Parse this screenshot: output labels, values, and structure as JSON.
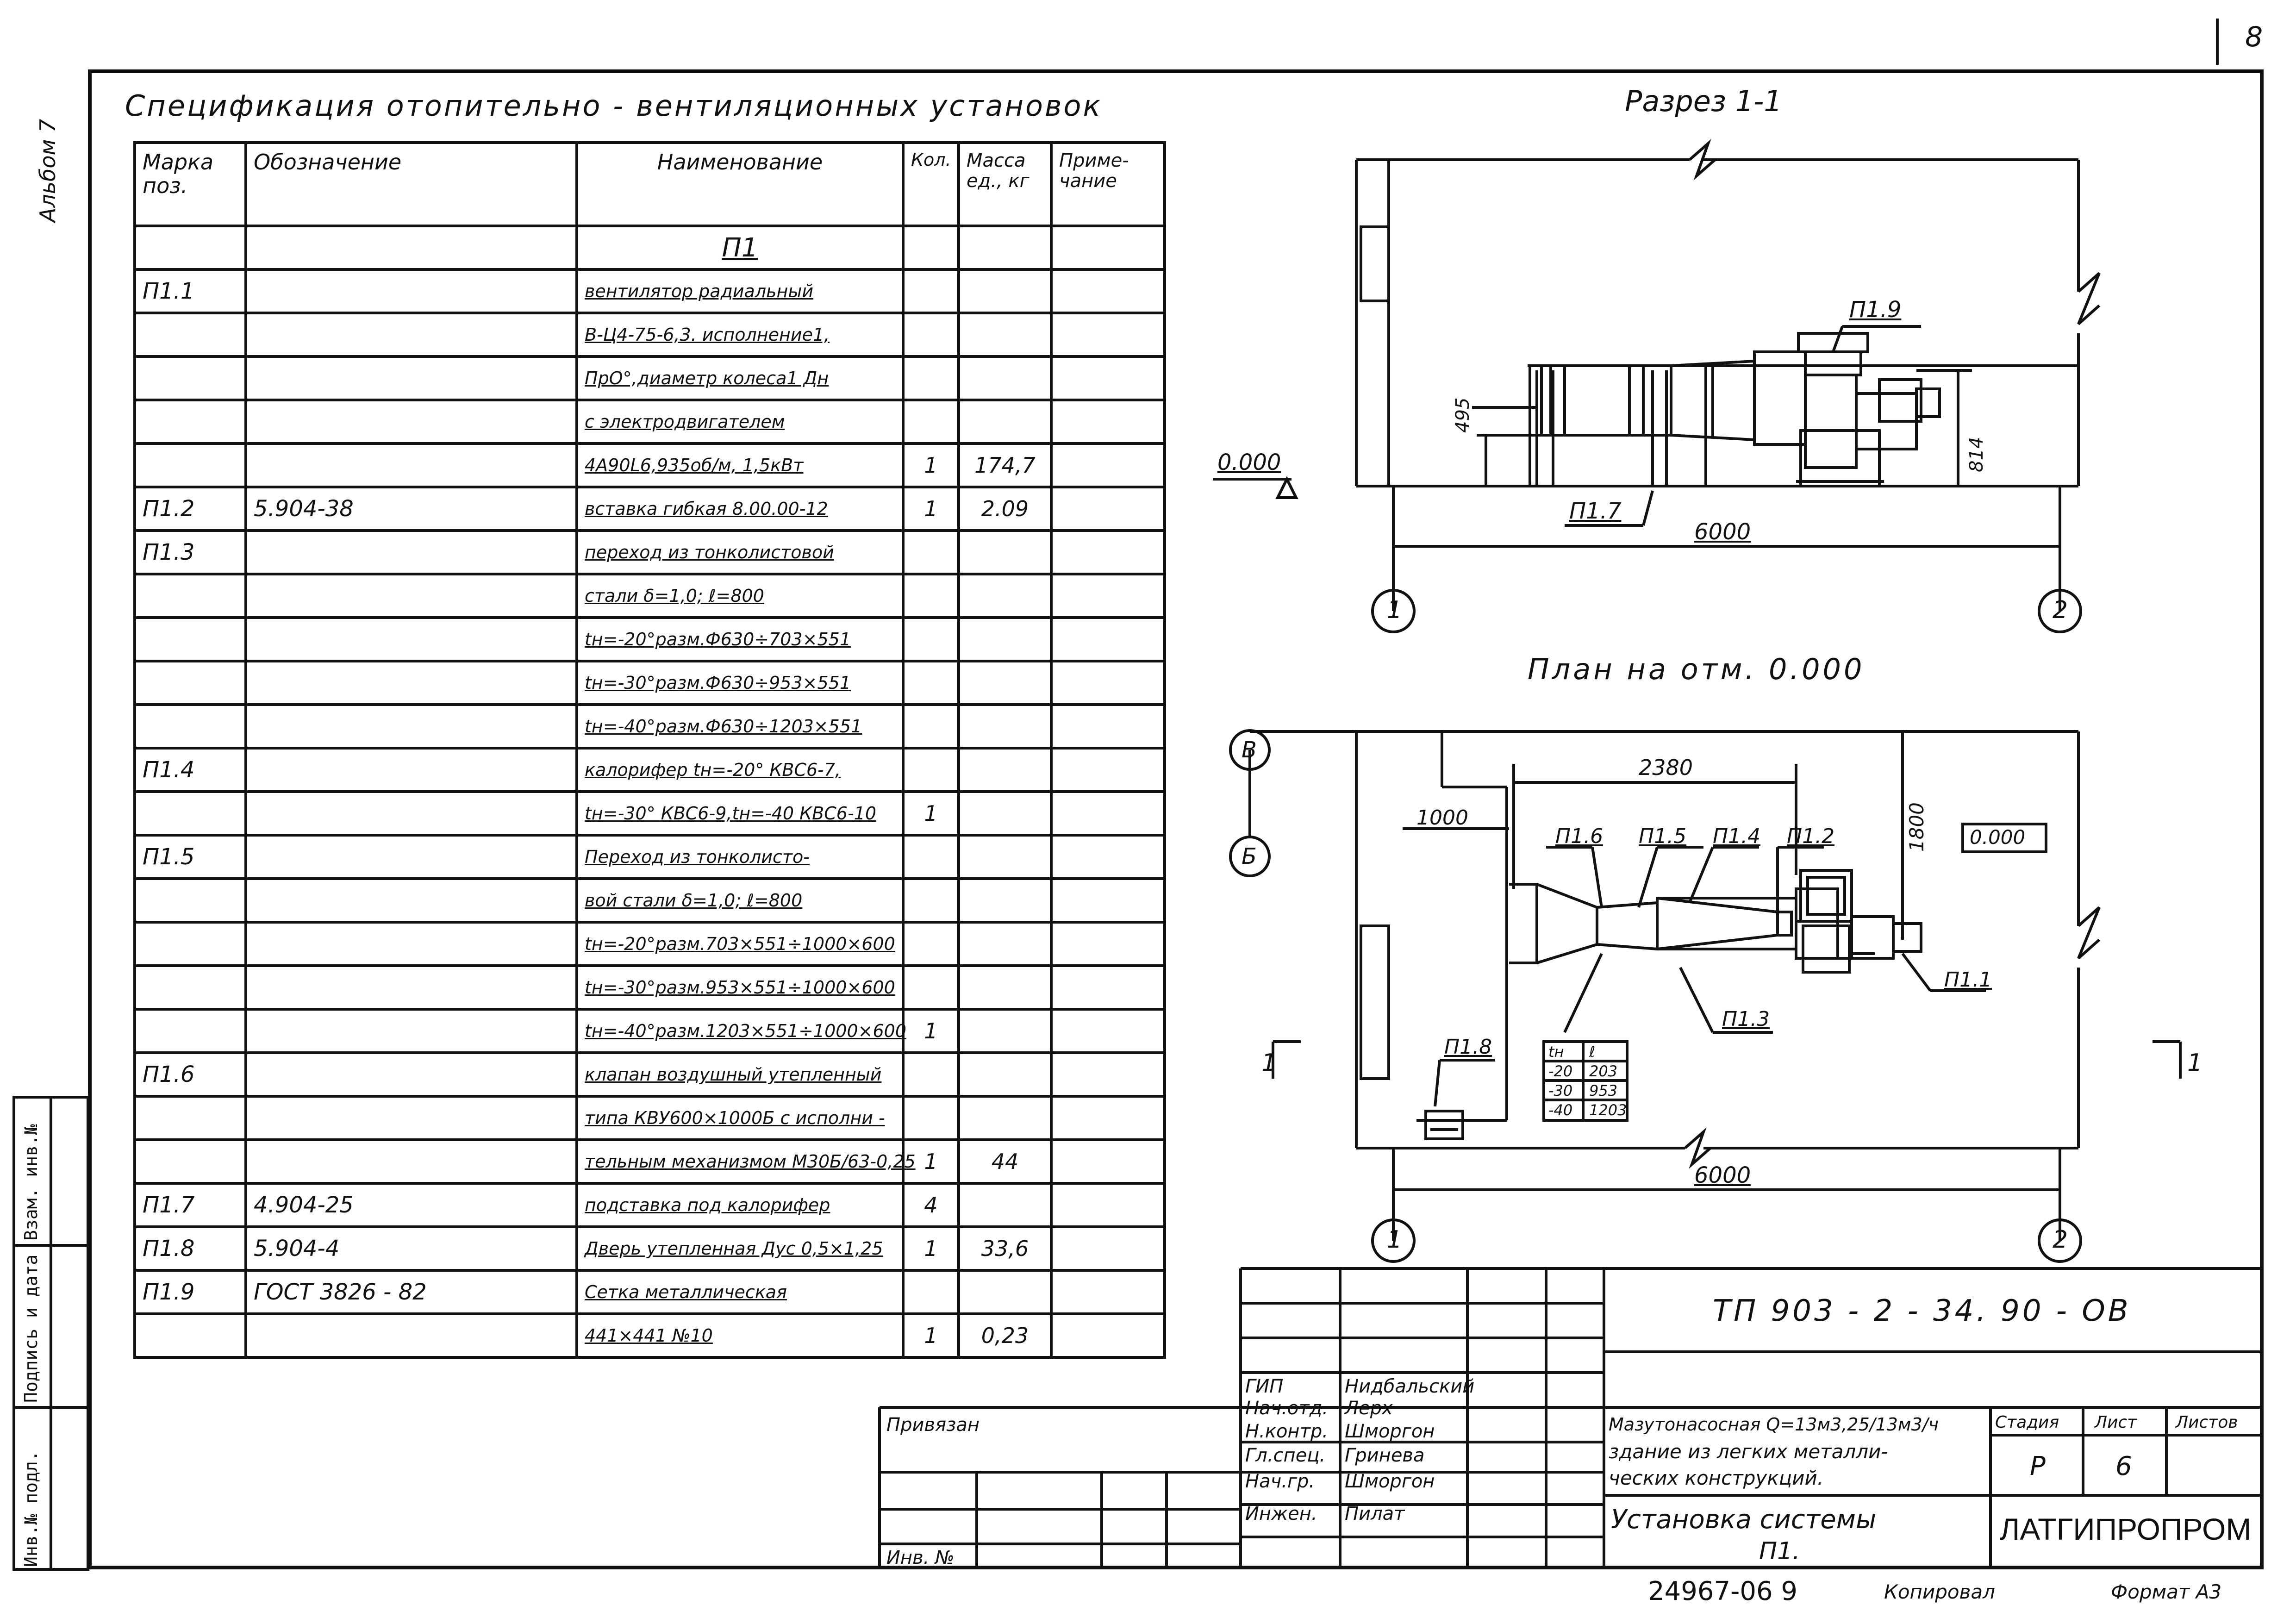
{
  "page": {
    "number": "8",
    "album": "Альбом 7"
  },
  "specification": {
    "title": "Спецификация отопительно - вентиляционных установок",
    "headers": {
      "mark": "Марка поз.",
      "designation": "Обозначение",
      "name": "Наименование",
      "qty": "Кол.",
      "mass": "Масса ед., кг",
      "note": "Приме- чание"
    },
    "rows": [
      {
        "mark": "",
        "designation": "",
        "name": "П1",
        "qty": "",
        "mass": "",
        "note": ""
      },
      {
        "mark": "П1.1",
        "designation": "",
        "name": "вентилятор радиальный",
        "qty": "",
        "mass": "",
        "note": ""
      },
      {
        "mark": "",
        "designation": "",
        "name": "В-Ц4-75-6,3. исполнение1,",
        "qty": "",
        "mass": "",
        "note": ""
      },
      {
        "mark": "",
        "designation": "",
        "name": "ПрО°,диаметр колеса1 Дн",
        "qty": "",
        "mass": "",
        "note": ""
      },
      {
        "mark": "",
        "designation": "",
        "name": "с электродвигателем",
        "qty": "",
        "mass": "",
        "note": ""
      },
      {
        "mark": "",
        "designation": "",
        "name": "4А90L6,935об/м, 1,5кВт",
        "qty": "1",
        "mass": "174,7",
        "note": ""
      },
      {
        "mark": "П1.2",
        "designation": "5.904-38",
        "name": "вставка гибкая 8.00.00-12",
        "qty": "1",
        "mass": "2.09",
        "note": ""
      },
      {
        "mark": "П1.3",
        "designation": "",
        "name": "переход из тонколистовой",
        "qty": "",
        "mass": "",
        "note": ""
      },
      {
        "mark": "",
        "designation": "",
        "name": "стали δ=1,0; ℓ=800",
        "qty": "",
        "mass": "",
        "note": ""
      },
      {
        "mark": "",
        "designation": "",
        "name": "tн=-20°разм.Ф630÷703×551",
        "qty": "",
        "mass": "",
        "note": ""
      },
      {
        "mark": "",
        "designation": "",
        "name": "tн=-30°разм.Ф630÷953×551",
        "qty": "",
        "mass": "",
        "note": ""
      },
      {
        "mark": "",
        "designation": "",
        "name": "tн=-40°разм.Ф630÷1203×551",
        "qty": "",
        "mass": "",
        "note": ""
      },
      {
        "mark": "П1.4",
        "designation": "",
        "name": "калорифер tн=-20° КВС6-7,",
        "qty": "",
        "mass": "",
        "note": ""
      },
      {
        "mark": "",
        "designation": "",
        "name": "tн=-30° КВС6-9,tн=-40 КВС6-10",
        "qty": "1",
        "mass": "",
        "note": ""
      },
      {
        "mark": "П1.5",
        "designation": "",
        "name": "Переход из тонколисто-",
        "qty": "",
        "mass": "",
        "note": ""
      },
      {
        "mark": "",
        "designation": "",
        "name": "вой стали δ=1,0; ℓ=800",
        "qty": "",
        "mass": "",
        "note": ""
      },
      {
        "mark": "",
        "designation": "",
        "name": "tн=-20°разм.703×551÷1000×600",
        "qty": "",
        "mass": "",
        "note": ""
      },
      {
        "mark": "",
        "designation": "",
        "name": "tн=-30°разм.953×551÷1000×600",
        "qty": "",
        "mass": "",
        "note": ""
      },
      {
        "mark": "",
        "designation": "",
        "name": "tн=-40°разм.1203×551÷1000×600",
        "qty": "1",
        "mass": "",
        "note": ""
      },
      {
        "mark": "П1.6",
        "designation": "",
        "name": "клапан воздушный утепленный",
        "qty": "",
        "mass": "",
        "note": ""
      },
      {
        "mark": "",
        "designation": "",
        "name": "типа КВУ600×1000Б с исполни -",
        "qty": "",
        "mass": "",
        "note": ""
      },
      {
        "mark": "",
        "designation": "",
        "name": "тельным механизмом М30Б/63-0,25",
        "qty": "1",
        "mass": "44",
        "note": ""
      },
      {
        "mark": "П1.7",
        "designation": "4.904-25",
        "name": "подставка под калорифер",
        "qty": "4",
        "mass": "",
        "note": ""
      },
      {
        "mark": "П1.8",
        "designation": "5.904-4",
        "name": "Дверь утепленная Дус 0,5×1,25",
        "qty": "1",
        "mass": "33,6",
        "note": ""
      },
      {
        "mark": "П1.9",
        "designation": "ГОСТ 3826 - 82",
        "name": "Сетка металлическая",
        "qty": "",
        "mass": "",
        "note": ""
      },
      {
        "mark": "",
        "designation": "",
        "name": "441×441 №10",
        "qty": "1",
        "mass": "0,23",
        "note": ""
      }
    ]
  },
  "section": {
    "title": "Разрез 1-1",
    "elev": "0.000",
    "dim_495": "495",
    "dim_814": "814",
    "dim_6000": "6000",
    "label_p19": "П1.9",
    "label_p17": "П1.7",
    "axis_1": "1",
    "axis_2": "2"
  },
  "plan": {
    "title": "План на отм. 0.000",
    "elev_box": "0.000",
    "dim_2380": "2380",
    "dim_1800": "1800",
    "dim_1000": "1000",
    "dim_6000": "6000",
    "axis_b_top": "В",
    "axis_b_bottom": "Б",
    "axis_1": "1",
    "axis_2": "2",
    "labels": {
      "p16": "П1.6",
      "p15": "П1.5",
      "p14": "П1.4",
      "p12": "П1.2",
      "p11": "П1.1",
      "p13": "П1.3",
      "p18": "П1.8"
    },
    "cut_mark": "1",
    "temp_table": {
      "head": [
        "tн",
        "ℓ"
      ],
      "rows": [
        [
          "-20",
          "203"
        ],
        [
          "-30",
          "953"
        ],
        [
          "-40",
          "1203"
        ]
      ]
    }
  },
  "title_block": {
    "doc_code": "ТП 903 - 2 - 34. 90 - ОВ",
    "linked": "Привязан",
    "inv_no": "Инв. №",
    "staff": [
      {
        "role": "ГИП",
        "name": "Нидбальский"
      },
      {
        "role": "Нач.отд.",
        "name": "Лерх"
      },
      {
        "role": "Н.контр.",
        "name": "Шморгон"
      },
      {
        "role": "Гл.спец.",
        "name": "Гринева"
      },
      {
        "role": "Нач.гр.",
        "name": "Шморгон"
      },
      {
        "role": "Инжен.",
        "name": "Пилат"
      }
    ],
    "object_line1": "Мазутонасосная Q=13м3,25/13м3/ч",
    "object_line2": "здание из легких металли-",
    "object_line3": "ческих конструкций.",
    "stage_h": "Стадия",
    "sheet_h": "Лист",
    "sheets_h": "Листов",
    "stage_v": "Р",
    "sheet_v": "6",
    "sheet_name1": "Установка системы",
    "sheet_name2": "П1.",
    "org": "ЛАТГИПРОПРОМ",
    "footer_no": "24967-06  9",
    "copied": "Копировал",
    "format": "Формат А3"
  },
  "side_stamp": {
    "inv_podl": "Инв.№ подл.",
    "sign_date": "Подпись и дата",
    "vzam": "Взам. инв.№"
  }
}
